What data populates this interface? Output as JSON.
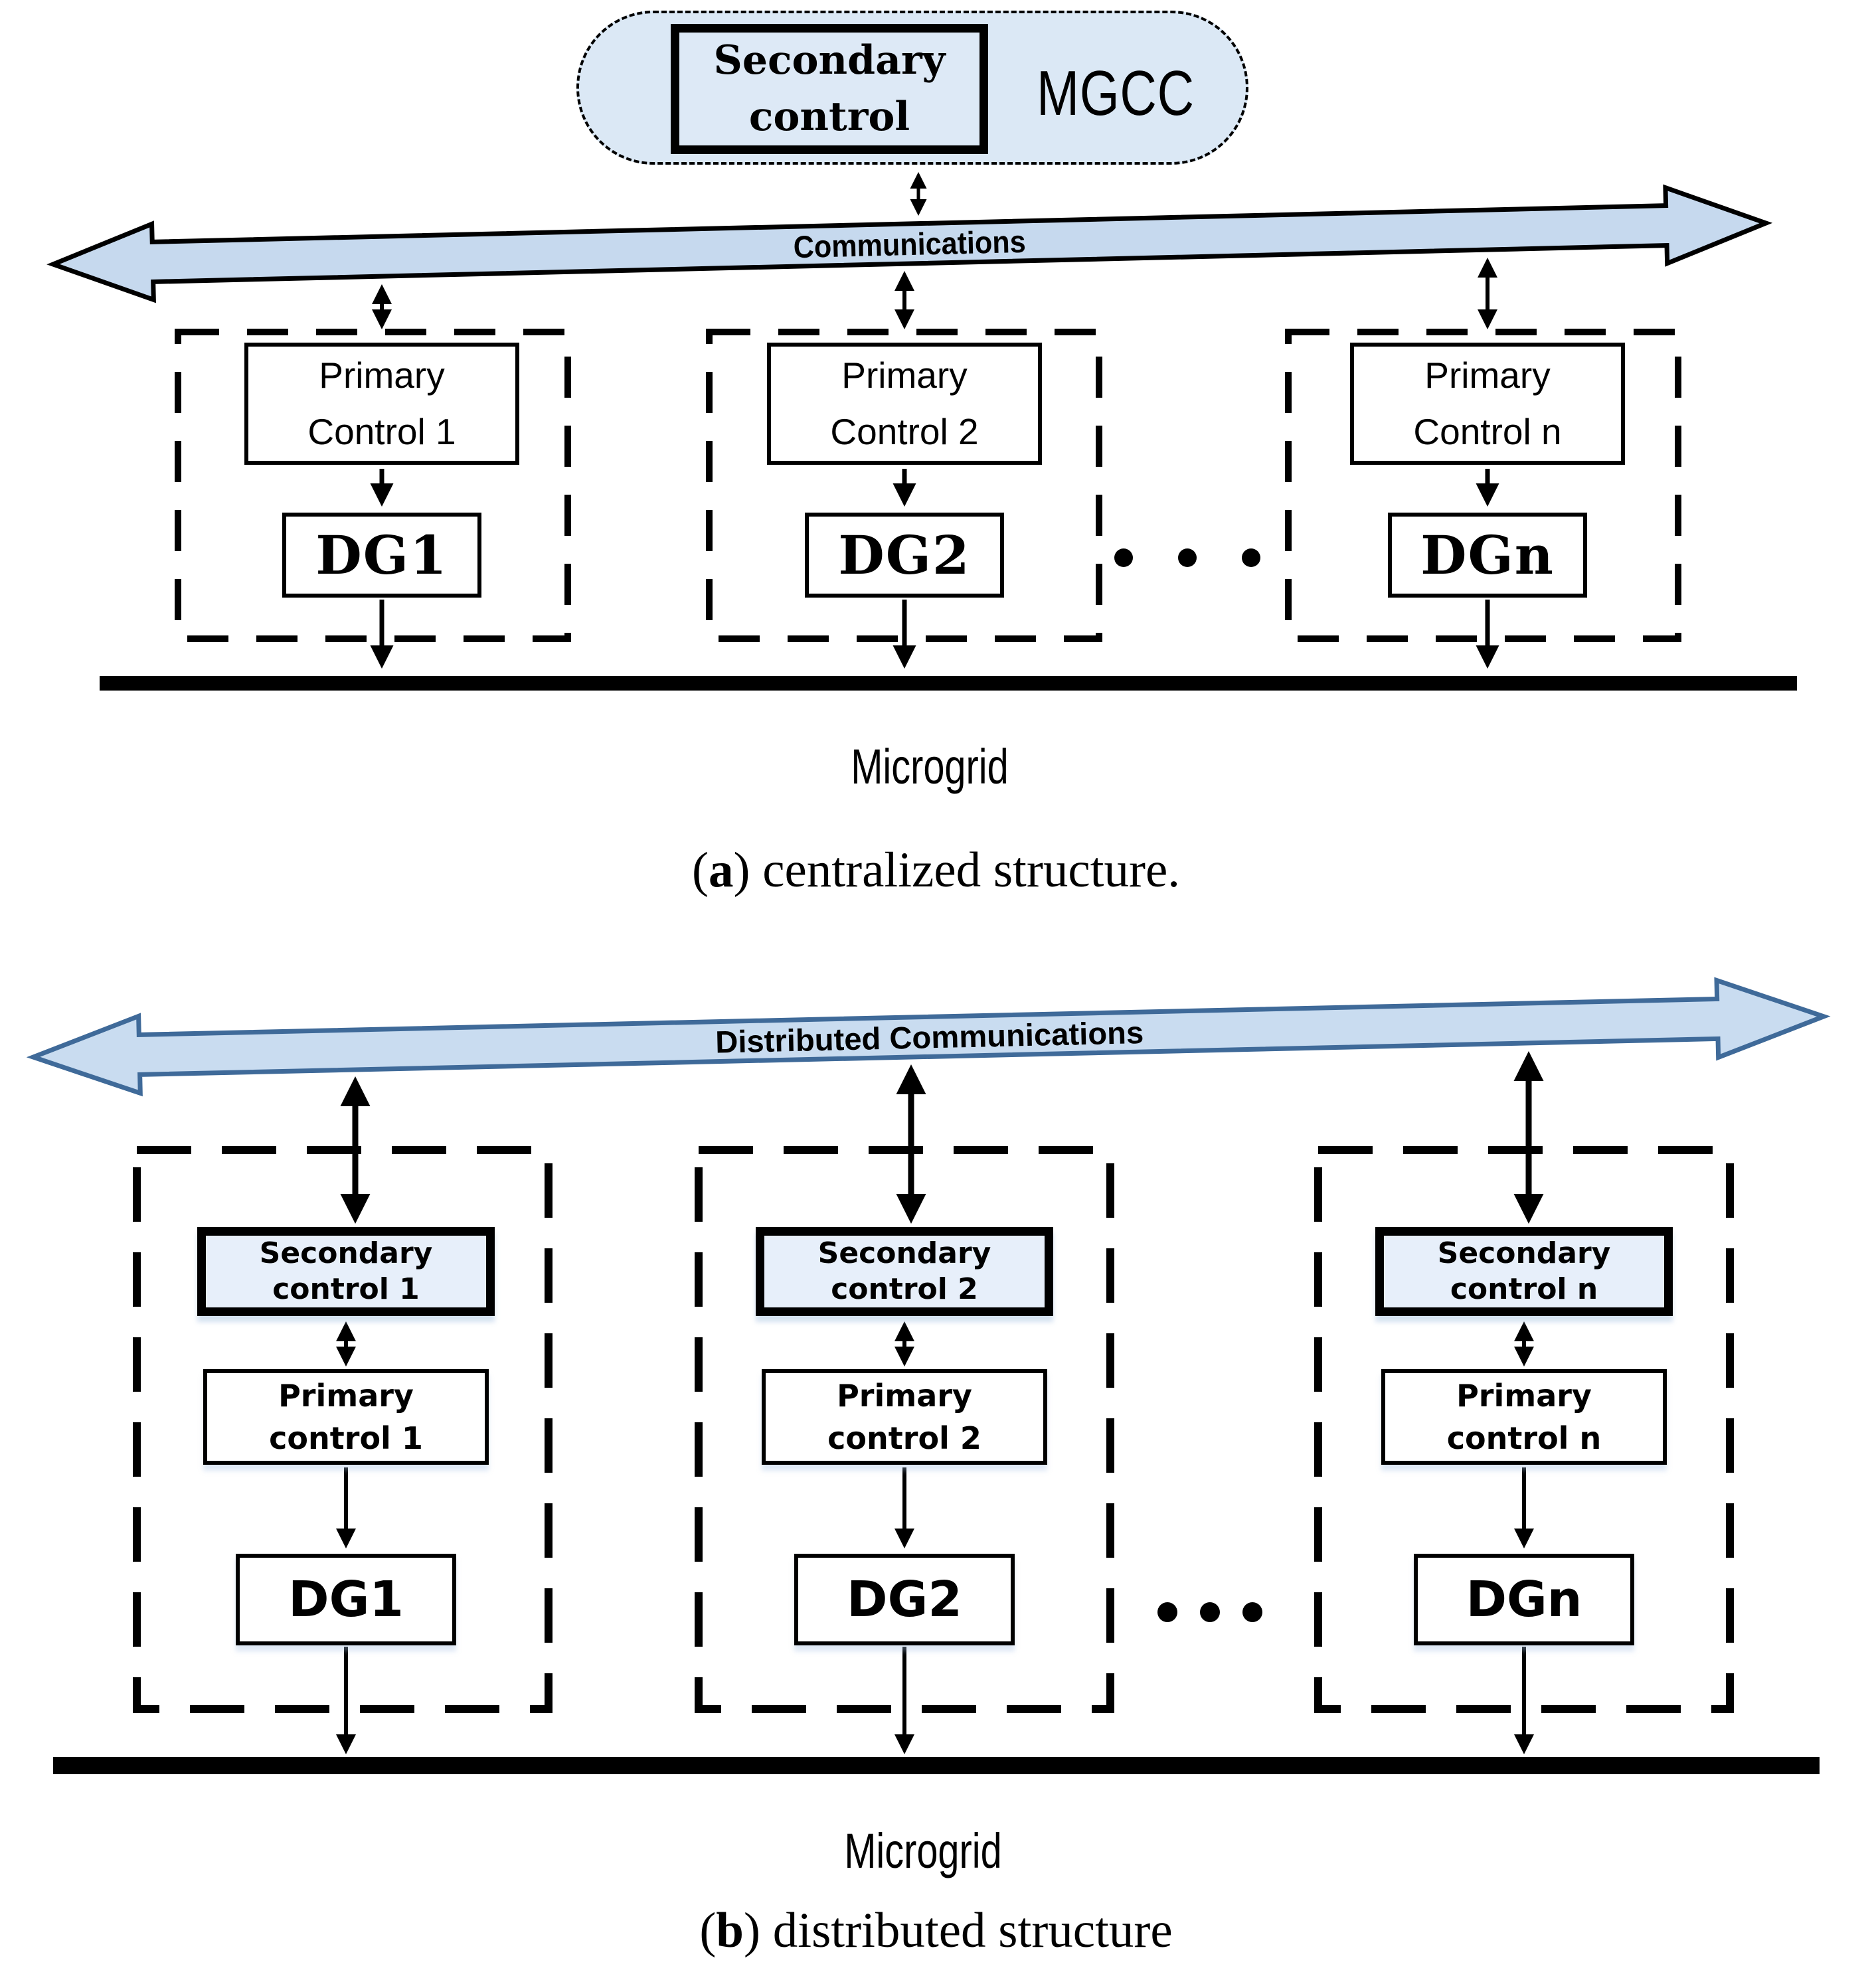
{
  "colors": {
    "stadium_fill": "#dbe8f5",
    "mgcc_secondary_fill": "#dde9f6",
    "secondary_box_fill": "#e7effa",
    "banner_a_fill": "#c6d9ee",
    "banner_a_stroke": "#000000",
    "banner_b_fill": "#c9dcf0",
    "banner_b_stroke": "#3f6a99",
    "line_color": "#000000"
  },
  "diagram_a": {
    "mgcc_unit": {
      "secondary_lines": [
        "Secondary",
        "control"
      ],
      "label": "MGCC"
    },
    "comm_label": "Communications",
    "columns": [
      {
        "primary_lines": [
          "Primary",
          "Control 1"
        ],
        "dg": "DG1"
      },
      {
        "primary_lines": [
          "Primary",
          "Control 2"
        ],
        "dg": "DG2"
      },
      {
        "primary_lines": [
          "Primary",
          "Control n"
        ],
        "dg": "DGn"
      }
    ],
    "bus_label": "Microgrid",
    "caption": {
      "open": "(",
      "letter": "a",
      "rest": ") centralized structure."
    }
  },
  "diagram_b": {
    "comm_label": "Distributed Communications",
    "columns": [
      {
        "secondary_lines": [
          "Secondary",
          "control 1"
        ],
        "primary_lines": [
          "Primary",
          "control 1"
        ],
        "dg": "DG1"
      },
      {
        "secondary_lines": [
          "Secondary",
          "control 2"
        ],
        "primary_lines": [
          "Primary",
          "control 2"
        ],
        "dg": "DG2"
      },
      {
        "secondary_lines": [
          "Secondary",
          "control n"
        ],
        "primary_lines": [
          "Primary",
          "control n"
        ],
        "dg": "DGn"
      }
    ],
    "bus_label": "Microgrid",
    "caption": {
      "open": "(",
      "letter": "b",
      "rest": ") distributed structure"
    }
  }
}
